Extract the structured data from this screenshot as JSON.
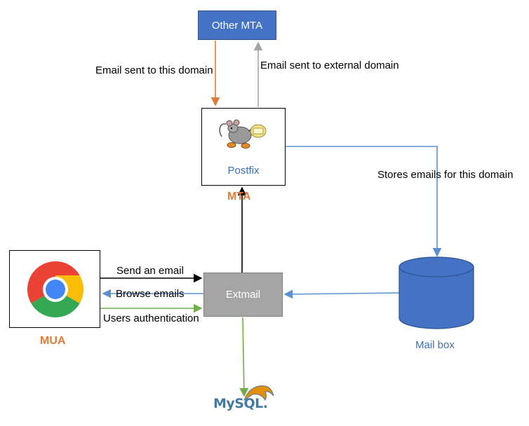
{
  "nodes": {
    "other_mta": "Other MTA",
    "postfix": "Postfix",
    "mta": "MTA",
    "extmail": "Extmail",
    "mua": "MUA",
    "mailbox": "Mail box",
    "mysql": "MySQL."
  },
  "edges": {
    "email_to_domain": "Email sent to this domain",
    "email_external": "Email sent to external domain",
    "stores_emails": "Stores emails for this domain",
    "send_email": "Send an email",
    "browse_emails": "Browse emails",
    "users_auth": "Users authentication"
  },
  "colors": {
    "orange": "#e07b39",
    "gray": "#a5a5a5",
    "blue": "#5b8fd0",
    "green": "#70ad47",
    "box_blue": "#4472c4"
  }
}
